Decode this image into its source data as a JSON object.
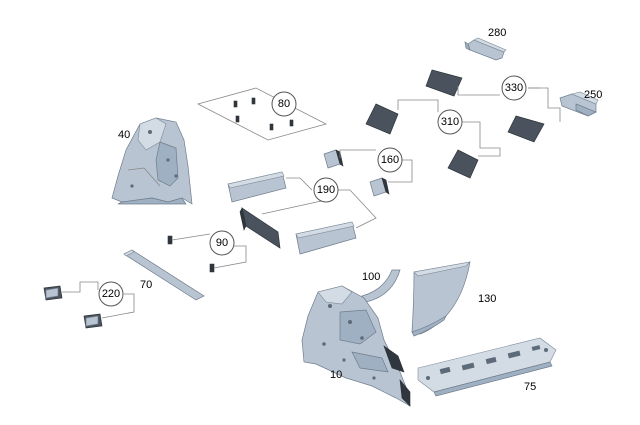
{
  "diagram": {
    "callouts": [
      {
        "id": "80",
        "text": "80"
      },
      {
        "id": "160",
        "text": "160"
      },
      {
        "id": "190",
        "text": "190"
      },
      {
        "id": "220",
        "text": "220"
      },
      {
        "id": "310",
        "text": "310"
      },
      {
        "id": "330",
        "text": "330"
      },
      {
        "id": "90",
        "text": "90"
      }
    ],
    "labels": [
      {
        "id": "280",
        "text": "280"
      },
      {
        "id": "250",
        "text": "250"
      },
      {
        "id": "40",
        "text": "40"
      },
      {
        "id": "70",
        "text": "70"
      },
      {
        "id": "100",
        "text": "100"
      },
      {
        "id": "130",
        "text": "130"
      },
      {
        "id": "10",
        "text": "10"
      },
      {
        "id": "75",
        "text": "75"
      }
    ]
  }
}
